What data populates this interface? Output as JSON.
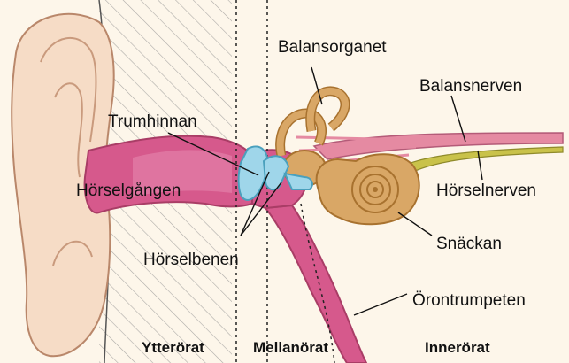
{
  "labels": {
    "balansorganet": "Balansorganet",
    "balansnerven": "Balansnerven",
    "trumhinnan": "Trumhinnan",
    "horselgangen": "Hörselgången",
    "horselnerven": "Hörselnerven",
    "snackan": "Snäckan",
    "horselbenen": "Hörselbenen",
    "orontrumpeten": "Örontrumpeten"
  },
  "sections": {
    "outer": "Ytteröra​t",
    "middle": "Mellanörat",
    "inner": "Innerörat"
  },
  "colors": {
    "background": "#fdf6ea",
    "skin": "#f6dcc6",
    "canal": "#d6598c",
    "eardrum": "#9fd6ea",
    "bone": "#d9a766",
    "nerve": "#e58aa2",
    "cochlear_nerve": "#c9c24a"
  }
}
